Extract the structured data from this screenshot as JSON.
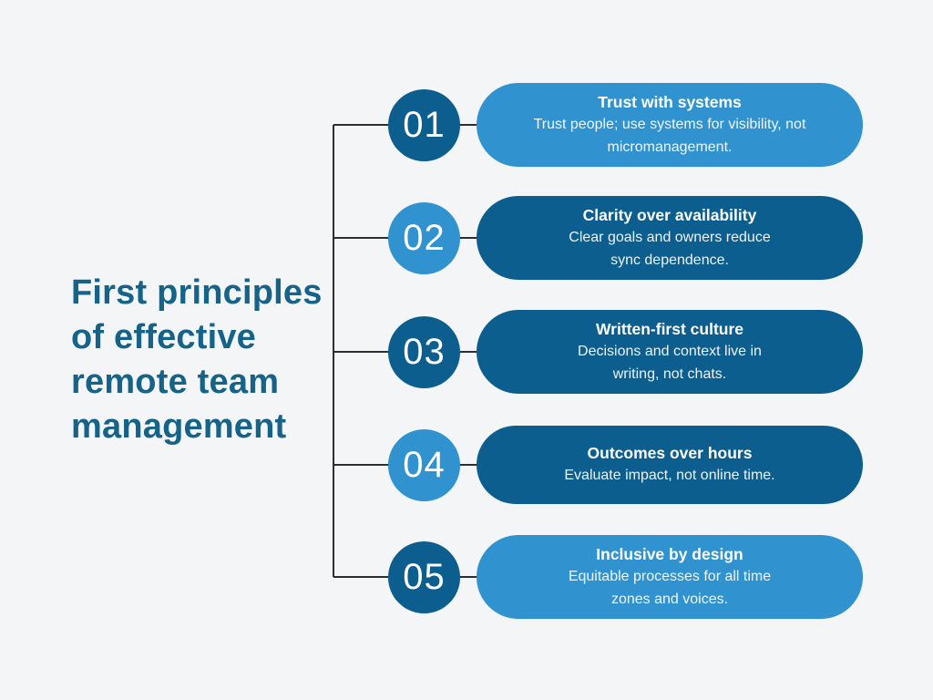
{
  "background_color": "#f4f5f6",
  "connector_color": "#2e2e2e",
  "palette": {
    "dark_blue": "#0b5e8d",
    "light_blue": "#3092ce",
    "title_text": "#156389"
  },
  "title": {
    "text": "First principles\nof effective\nremote team\nmanagement"
  },
  "items": [
    {
      "number": "01",
      "circle_tone": "dark",
      "pill_tone": "light",
      "title": "Trust with systems",
      "description": "Trust people; use systems for visibility, not\nmicromanagement."
    },
    {
      "number": "02",
      "circle_tone": "light",
      "pill_tone": "dark",
      "title": "Clarity over availability",
      "description": "Clear goals and owners reduce\nsync dependence."
    },
    {
      "number": "03",
      "circle_tone": "dark",
      "pill_tone": "dark",
      "title": "Written-first culture",
      "description": "Decisions and context live in\nwriting, not chats."
    },
    {
      "number": "04",
      "circle_tone": "light",
      "pill_tone": "dark",
      "title": "Outcomes over hours",
      "description": "Evaluate impact, not online time."
    },
    {
      "number": "05",
      "circle_tone": "dark",
      "pill_tone": "light",
      "title": "Inclusive by design",
      "description": "Equitable processes for all time\nzones and voices."
    }
  ]
}
